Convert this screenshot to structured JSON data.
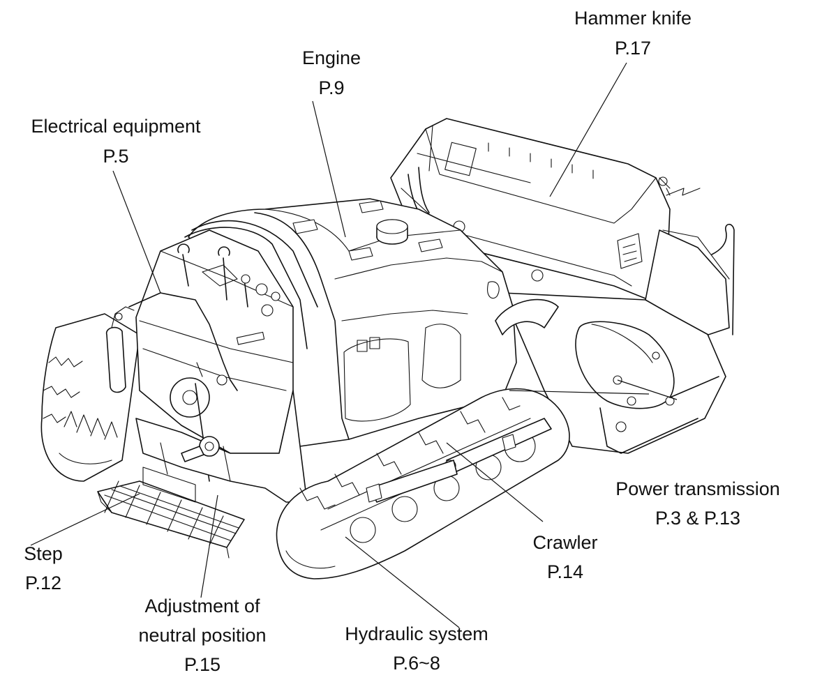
{
  "labels": {
    "hammer_knife": {
      "name": "Hammer knife",
      "page": "P.17"
    },
    "engine": {
      "name": "Engine",
      "page": "P.9"
    },
    "electrical": {
      "name": "Electrical equipment",
      "page": "P.5"
    },
    "power": {
      "name": "Power transmission",
      "page": "P.3 & P.13"
    },
    "crawler": {
      "name": "Crawler",
      "page": "P.14"
    },
    "hydraulic": {
      "name": "Hydraulic system",
      "page": "P.6~8"
    },
    "adjustment": {
      "name1": "Adjustment of",
      "name2": "neutral position",
      "page": "P.15"
    },
    "step": {
      "name": "Step",
      "page": "P.12"
    }
  }
}
